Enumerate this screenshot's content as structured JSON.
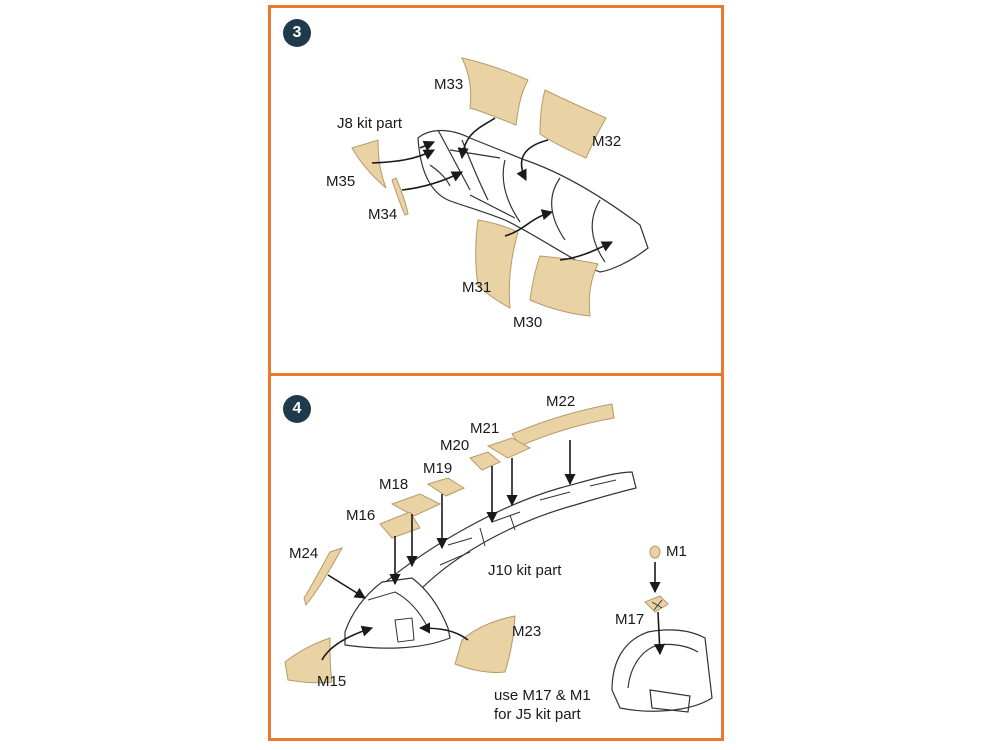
{
  "step3": {
    "number": "3",
    "labels": {
      "m33": "M33",
      "j8": "J8 kit part",
      "m32": "M32",
      "m35": "M35",
      "m34": "M34",
      "m31": "M31",
      "m30": "M30"
    }
  },
  "step4": {
    "number": "4",
    "labels": {
      "m22": "M22",
      "m21": "M21",
      "m20": "M20",
      "m19": "M19",
      "m18": "M18",
      "m16": "M16",
      "m24": "M24",
      "j10": "J10 kit part",
      "m23": "M23",
      "m15": "M15",
      "m1": "M1",
      "m17": "M17"
    },
    "note_line1": "use M17 & M1",
    "note_line2": "for J5 kit part"
  },
  "colors": {
    "frame": "#e8792e",
    "badge": "#1f3a4a",
    "mask_fill": "#e9d3a4",
    "mask_stroke": "#b79a68",
    "arrow": "#1a1a1a"
  }
}
